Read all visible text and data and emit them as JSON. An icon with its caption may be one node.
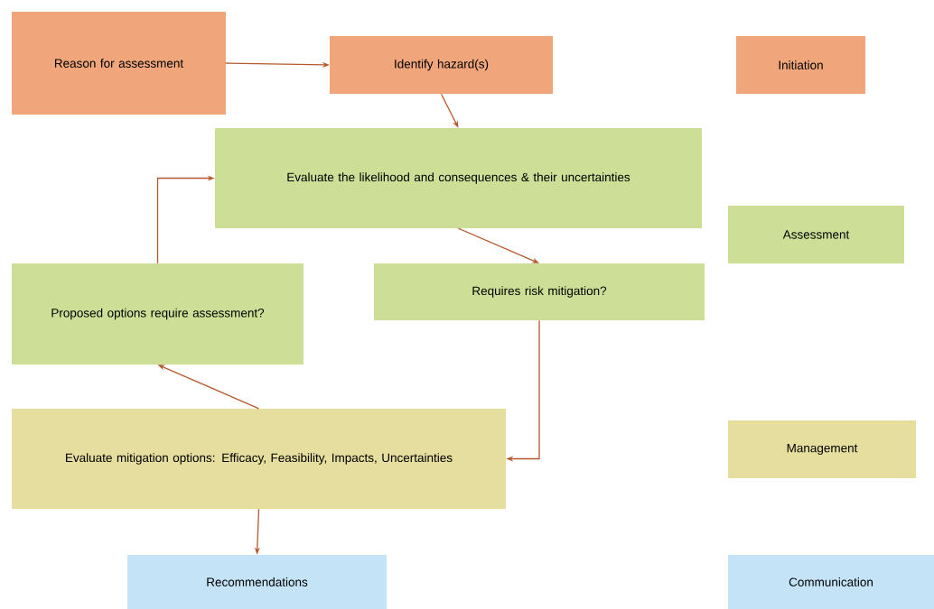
{
  "diagram": {
    "nodes": [
      {
        "text": [
          "Reason for assessment"
        ]
      },
      {
        "text": [
          "Identify hazard(s)"
        ]
      },
      {
        "text": [
          "Initiation"
        ]
      },
      {
        "text": [
          "Evaluate the likelihood and consequences & their uncertainties"
        ]
      },
      {
        "text": [
          "Assessment"
        ]
      },
      {
        "text": [
          "Proposed options require assessment?"
        ]
      },
      {
        "text": [
          "Requires risk mitigation?"
        ]
      },
      {
        "text": [
          "Evaluate mitigation options: Efficacy, Feasibility, Impacts, Uncertainties"
        ]
      },
      {
        "text": [
          "Management"
        ]
      },
      {
        "text": [
          "Recommendations"
        ]
      },
      {
        "text": [
          "Communication"
        ]
      }
    ],
    "edges": [
      {
        "from": 0,
        "to": 1,
        "arrow": "to"
      },
      {
        "from": 1,
        "to": 3,
        "arrow": "to"
      },
      {
        "from": 3,
        "to": 6,
        "arrow": "to"
      },
      {
        "from": 6,
        "to": 7,
        "arrow": "to"
      },
      {
        "from": 7,
        "to": 5,
        "arrow": "to"
      },
      {
        "from": 5,
        "to": 3,
        "arrow": "to"
      },
      {
        "from": 7,
        "to": 9,
        "arrow": "to"
      }
    ]
  }
}
